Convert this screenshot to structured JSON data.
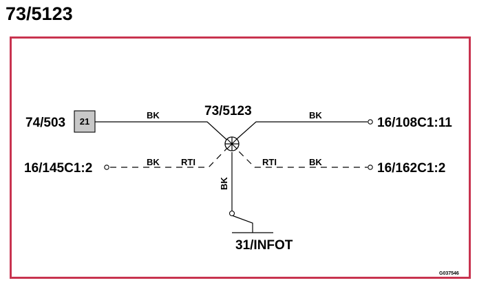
{
  "page": {
    "title": "73/5123"
  },
  "diagram": {
    "splice": {
      "label": "73/5123"
    },
    "connectors": {
      "left_top": {
        "label": "74/503",
        "pin": "21"
      },
      "left_bottom": {
        "label": "16/145C1:2"
      },
      "right_top": {
        "label": "16/108C1:11"
      },
      "right_bottom": {
        "label": "16/162C1:2"
      },
      "ground": {
        "label": "31/INFOT"
      }
    },
    "wires": {
      "left_top_color": "BK",
      "right_top_color": "BK",
      "left_bottom_color": "BK",
      "left_bottom_rti": "RTI",
      "right_bottom_rti": "RTI",
      "right_bottom_color": "BK",
      "down_color": "BK"
    },
    "code": "G037546",
    "colors": {
      "frame": "#c8334f",
      "pin_box_fill": "#c8c8c8"
    }
  }
}
